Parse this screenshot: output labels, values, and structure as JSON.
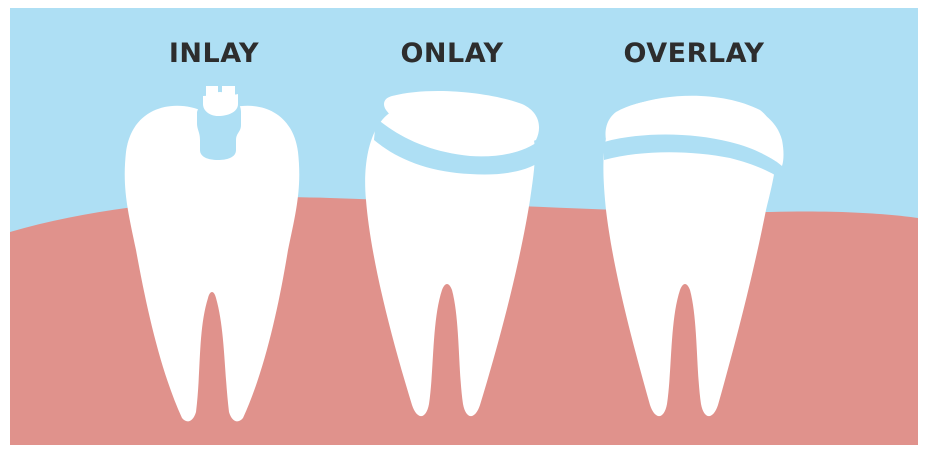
{
  "diagram": {
    "labels": {
      "inlay": "INLAY",
      "onlay": "ONLAY",
      "overlay": "OVERLAY"
    },
    "colors": {
      "sky": "#aedff4",
      "gum": "#e0928c",
      "tooth": "#ffffff",
      "restoration": "#aedff4",
      "text": "#2d2d2d"
    }
  }
}
